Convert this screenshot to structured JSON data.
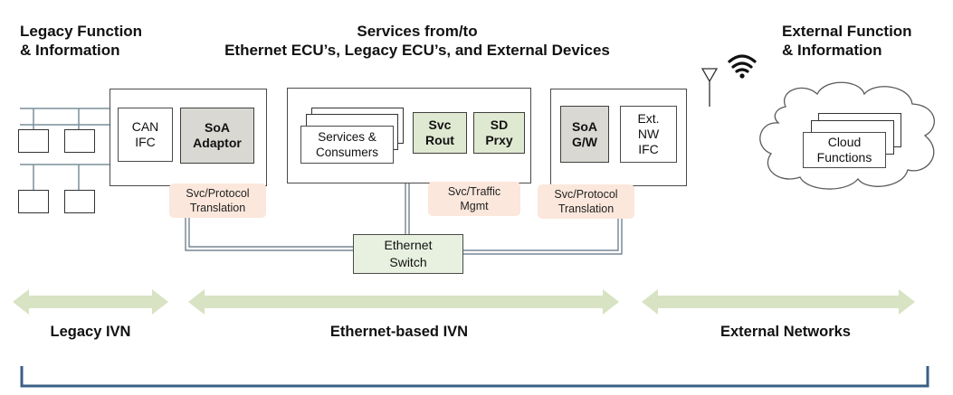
{
  "headings": {
    "legacy": [
      "Legacy Function",
      "& Information"
    ],
    "services": [
      "Services from/to",
      "Ethernet ECU’s, Legacy ECU’s, and External Devices"
    ],
    "external": [
      "External Function",
      "& Information"
    ]
  },
  "legacy_gw": {
    "can": [
      "CAN",
      "IFC"
    ],
    "soa": [
      "SoA",
      "Adaptor"
    ]
  },
  "services_box": {
    "stack": [
      "Services &",
      "Consumers"
    ],
    "svc_rout": [
      "Svc",
      "Rout"
    ],
    "sd_prxy": [
      "SD",
      "Prxy"
    ]
  },
  "external_gw": {
    "soa": [
      "SoA",
      "G/W"
    ],
    "ext": [
      "Ext.",
      "NW",
      "IFC"
    ]
  },
  "cloud": [
    "Cloud",
    "Functions"
  ],
  "tags": {
    "left": [
      "Svc/Protocol",
      "Translation"
    ],
    "mid": [
      "Svc/Traffic",
      "Mgmt"
    ],
    "right": [
      "Svc/Protocol",
      "Translation"
    ]
  },
  "switch": [
    "Ethernet",
    "Switch"
  ],
  "zones": {
    "legacy": "Legacy IVN",
    "ethernet": "Ethernet-based IVN",
    "external": "External Networks"
  },
  "colors": {
    "arrow": "#d7e3c3",
    "bracket": "#3a5f85",
    "green_fill": "#dfe9d2",
    "tag_fill": "#fbe7dc"
  }
}
